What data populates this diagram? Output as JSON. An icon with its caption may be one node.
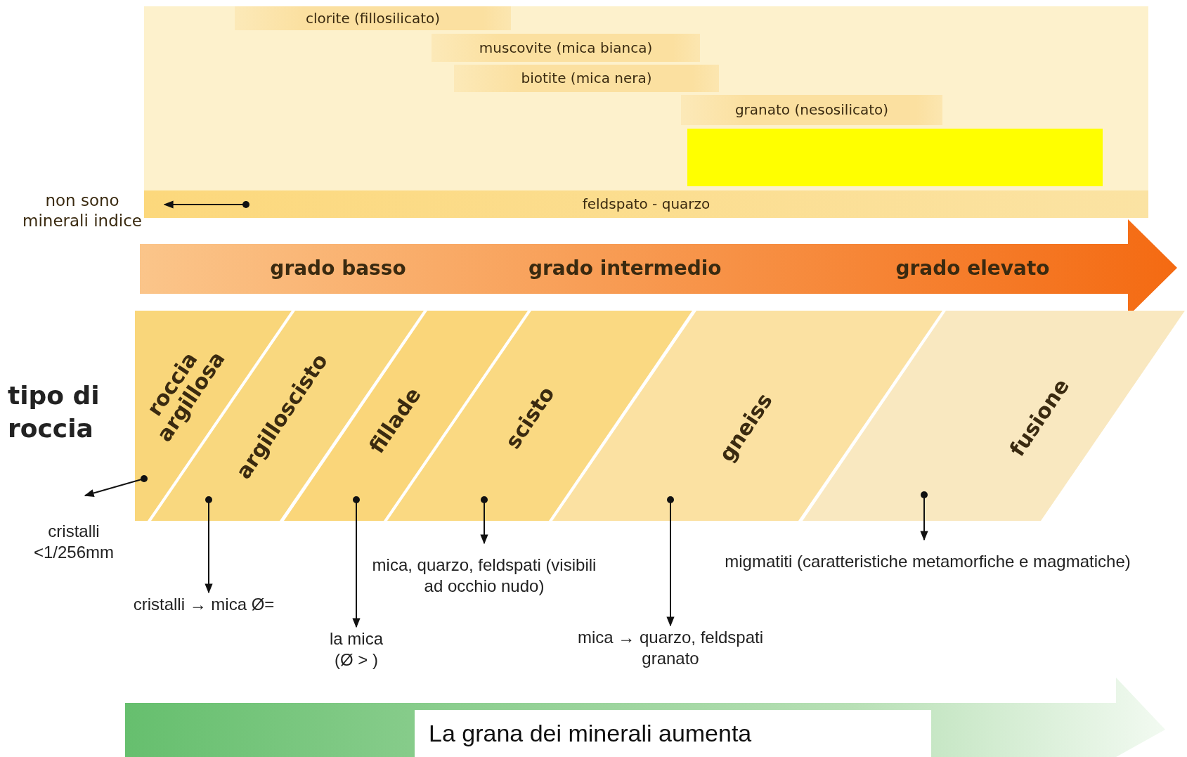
{
  "diagram": {
    "nodes": [
      {
        "text": [
          "clorite (fillosilicato)"
        ]
      },
      {
        "text": [
          "muscovite (mica bianca)"
        ]
      },
      {
        "text": [
          "biotite (mica nera)"
        ]
      },
      {
        "text": [
          "granato (nesosilicato)"
        ]
      },
      {
        "text": [],
        "shape": "box"
      },
      {
        "text": [
          "feldspato - quarzo"
        ]
      },
      {
        "text": [
          "non sono minerali indice"
        ]
      },
      {
        "text": [
          "grado basso",
          "grado intermedio",
          "grado elevato"
        ]
      },
      {
        "text": [
          "roccia argillosa"
        ]
      },
      {
        "text": [
          "argilloscisto"
        ]
      },
      {
        "text": [
          "fillade"
        ]
      },
      {
        "text": [
          "scisto"
        ]
      },
      {
        "text": [
          "gneiss"
        ]
      },
      {
        "text": [
          "fusione"
        ]
      },
      {
        "text": [
          "cristalli <1/256mm"
        ]
      },
      {
        "text": [
          "cristalli → mica Ø="
        ]
      },
      {
        "text": [
          "la mica (Ø > )"
        ]
      },
      {
        "text": [
          "mica, quarzo, feldspati (visibili ad occhio nudo)"
        ]
      },
      {
        "text": [
          "mica → quarzo, feldspati granato"
        ]
      },
      {
        "text": [
          "migmatiti (caratteristiche metamorfiche e magmatiche)"
        ]
      },
      {
        "text": [
          "La grana dei minerali aumenta"
        ]
      }
    ],
    "edges": [
      {
        "from": 5,
        "to": 6,
        "arrow": "to"
      },
      {
        "from": 8,
        "to": 14,
        "arrow": "to"
      },
      {
        "from": 9,
        "to": 15,
        "arrow": "to"
      },
      {
        "from": 10,
        "to": 16,
        "arrow": "to"
      },
      {
        "from": 11,
        "to": 17,
        "arrow": "to"
      },
      {
        "from": 12,
        "to": 18,
        "arrow": "to"
      },
      {
        "from": 13,
        "to": 19,
        "arrow": "to"
      }
    ],
    "labels": [
      "tipo di roccia"
    ]
  }
}
